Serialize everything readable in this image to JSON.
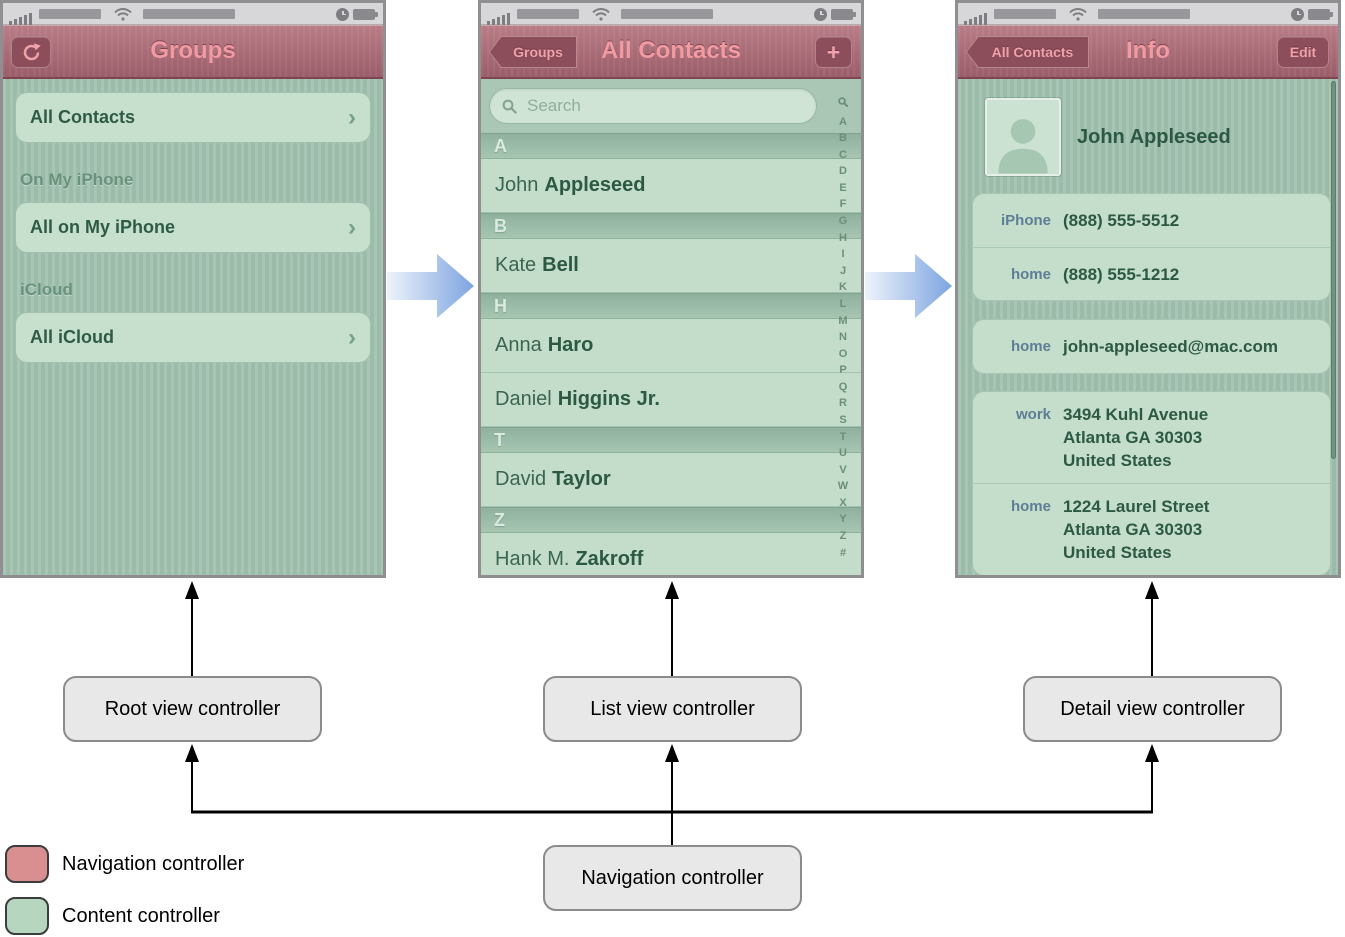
{
  "icons": {
    "chevron": "›"
  },
  "groups_screen": {
    "nav": {
      "title": "Groups"
    },
    "rows": [
      {
        "type": "cell",
        "label": "All Contacts"
      },
      {
        "type": "section",
        "label": "On My iPhone"
      },
      {
        "type": "cell",
        "label": "All on My iPhone"
      },
      {
        "type": "section",
        "label": "iCloud"
      },
      {
        "type": "cell",
        "label": "All iCloud"
      }
    ]
  },
  "contacts_screen": {
    "nav": {
      "back": "Groups",
      "title": "All Contacts",
      "add": "+"
    },
    "search": {
      "placeholder": "Search"
    },
    "index": [
      "A",
      "B",
      "C",
      "D",
      "E",
      "F",
      "G",
      "H",
      "I",
      "J",
      "K",
      "L",
      "M",
      "N",
      "O",
      "P",
      "Q",
      "R",
      "S",
      "T",
      "U",
      "V",
      "W",
      "X",
      "Y",
      "Z",
      "#"
    ],
    "list": [
      {
        "type": "header",
        "letter": "A"
      },
      {
        "type": "contact",
        "first": "John",
        "last": "Appleseed"
      },
      {
        "type": "header",
        "letter": "B"
      },
      {
        "type": "contact",
        "first": "Kate",
        "last": "Bell"
      },
      {
        "type": "header",
        "letter": "H"
      },
      {
        "type": "contact",
        "first": "Anna",
        "last": "Haro"
      },
      {
        "type": "contact",
        "first": "Daniel",
        "last": "Higgins Jr."
      },
      {
        "type": "header",
        "letter": "T"
      },
      {
        "type": "contact",
        "first": "David",
        "last": "Taylor"
      },
      {
        "type": "header",
        "letter": "Z"
      },
      {
        "type": "contact",
        "first": "Hank M.",
        "last": "Zakroff"
      }
    ]
  },
  "info_screen": {
    "nav": {
      "back": "All Contacts",
      "title": "Info",
      "edit": "Edit"
    },
    "name": "John Appleseed",
    "groups": [
      {
        "rows": [
          {
            "label": "iPhone",
            "lines": [
              "(888) 555-5512"
            ]
          },
          {
            "label": "home",
            "lines": [
              "(888) 555-1212"
            ]
          }
        ]
      },
      {
        "rows": [
          {
            "label": "home",
            "lines": [
              "john-appleseed@mac.com"
            ]
          }
        ]
      },
      {
        "rows": [
          {
            "label": "work",
            "lines": [
              "3494 Kuhl Avenue",
              "Atlanta GA 30303",
              "United States"
            ]
          },
          {
            "label": "home",
            "lines": [
              "1224 Laurel Street",
              "Atlanta GA 30303",
              "United States"
            ]
          }
        ]
      }
    ]
  },
  "diagram": {
    "boxes": {
      "root": "Root view controller",
      "list": "List view controller",
      "detail": "Detail view controller",
      "navigation": "Navigation controller"
    }
  },
  "legend": {
    "items": [
      {
        "label": "Navigation controller",
        "color": "#d98f8f"
      },
      {
        "label": "Content controller",
        "color": "#b6d6c0"
      }
    ]
  },
  "colors": {
    "nav_bar": "#a96b76",
    "content_green": "#9cbcaa",
    "cell_green": "#c6decc",
    "blue_arrow": "#7da4e0",
    "box_gray": "#e8e8e8"
  }
}
